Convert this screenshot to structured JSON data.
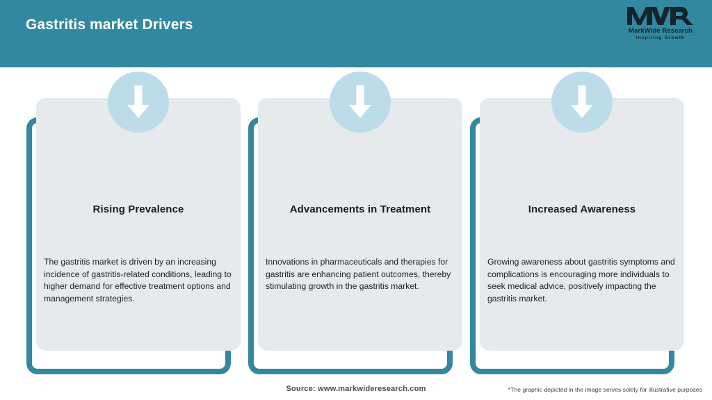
{
  "header": {
    "title": "Gastritis market Drivers",
    "background_color": "#31889f",
    "title_color": "#ffffff"
  },
  "logo": {
    "mark": "mwr-monogram",
    "name": "MarkWide Research",
    "tagline": "Inspiring Growth",
    "color": "#16232e"
  },
  "cards": [
    {
      "icon": "down-arrow-icon",
      "title": "Rising Prevalence",
      "body": "The gastritis market is driven by an increasing incidence of gastritis-related conditions, leading to higher demand for effective treatment options and management strategies."
    },
    {
      "icon": "down-arrow-icon",
      "title": "Advancements in Treatment",
      "body": "Innovations in pharmaceuticals and therapies for gastritis are enhancing patient outcomes, thereby stimulating growth in the gastritis market."
    },
    {
      "icon": "down-arrow-icon",
      "title": "Increased Awareness",
      "body": "Growing awareness about gastritis symptoms and complications is encouraging more individuals to seek medical advice, positively impacting the gastritis market."
    }
  ],
  "footer": {
    "source": "Source: www.markwideresearch.com",
    "disclaimer": "*The graphic depicted in the image serves solely for illustrative purposes"
  },
  "colors": {
    "accent_teal": "#31889f",
    "badge_blue": "#bcdce9",
    "card_grey": "#e6eaec",
    "page_background": "#ffffff"
  }
}
